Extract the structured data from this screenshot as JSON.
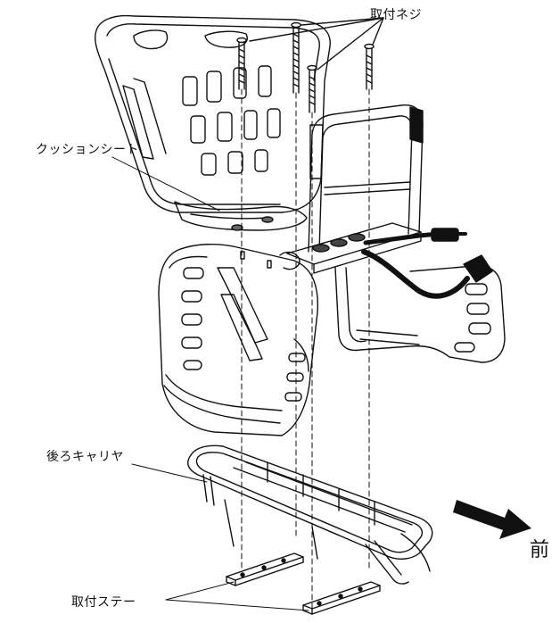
{
  "labels": {
    "mounting_screws": "取付ネジ",
    "cushion_seat": "クッションシート",
    "rear_carrier": "後ろキャリヤ",
    "mounting_stays": "取付ステー",
    "front": "前"
  },
  "colors": {
    "line": "#111111",
    "background": "#ffffff"
  }
}
